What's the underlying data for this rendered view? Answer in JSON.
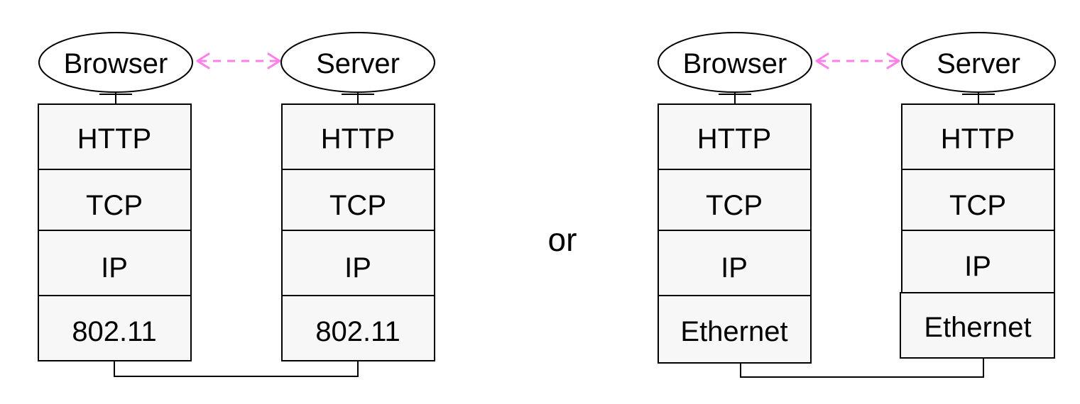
{
  "colors": {
    "peer_link": "#ff80e8",
    "layer_fill": "#f7f7f7",
    "stroke": "#000000"
  },
  "separator": "or",
  "diagrams": [
    {
      "left_stack": {
        "endpoint": "Browser",
        "layers": [
          "HTTP",
          "TCP",
          "IP",
          "802.11"
        ]
      },
      "right_stack": {
        "endpoint": "Server",
        "layers": [
          "HTTP",
          "TCP",
          "IP",
          "802.11"
        ]
      }
    },
    {
      "left_stack": {
        "endpoint": "Browser",
        "layers": [
          "HTTP",
          "TCP",
          "IP",
          "Ethernet"
        ]
      },
      "right_stack": {
        "endpoint": "Server",
        "layers": [
          "HTTP",
          "TCP",
          "IP",
          "Ethernet"
        ]
      }
    }
  ]
}
